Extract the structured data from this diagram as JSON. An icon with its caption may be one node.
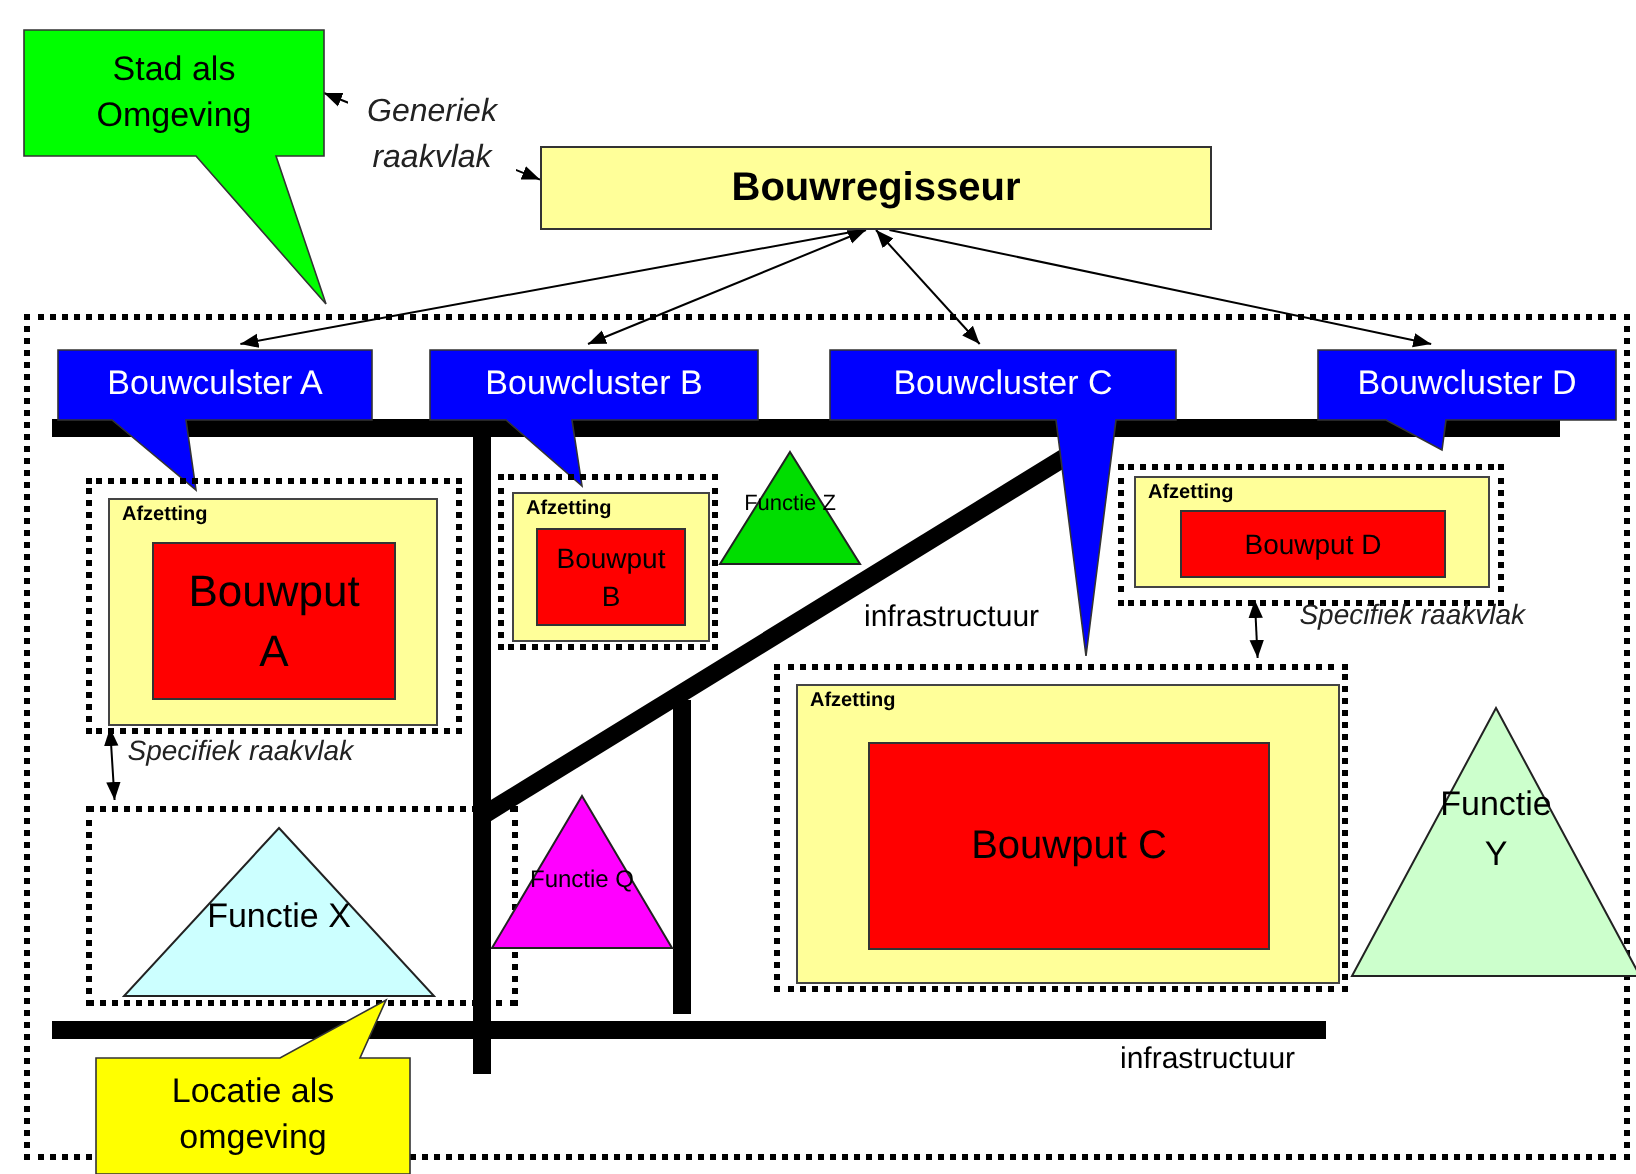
{
  "diagram": {
    "nodes": [
      {
        "text": [
          "Stad als Omgeving"
        ]
      },
      {
        "text": [
          "Bouwregisseur"
        ]
      },
      {
        "text": [],
        "shape": "box"
      },
      {
        "text": [
          "Bouwculster A"
        ],
        "in": 2
      },
      {
        "text": [
          "Bouwcluster B"
        ],
        "in": 2
      },
      {
        "text": [
          "Bouwcluster C"
        ],
        "in": 2
      },
      {
        "text": [
          "Bouwcluster D"
        ],
        "in": 2
      },
      {
        "text": [],
        "shape": "box",
        "in": 2
      },
      {
        "text": [
          "Afzetting"
        ],
        "in": 7
      },
      {
        "text": [
          "Bouwput A"
        ],
        "in": 8
      },
      {
        "text": [],
        "shape": "box",
        "in": 2
      },
      {
        "text": [
          "Afzetting"
        ],
        "in": 10
      },
      {
        "text": [
          "Bouwput B"
        ],
        "in": 11
      },
      {
        "text": [
          "Functie Z"
        ],
        "in": 2
      },
      {
        "text": [],
        "shape": "box",
        "in": 2
      },
      {
        "text": [
          "Afzetting"
        ],
        "in": 14
      },
      {
        "text": [
          "Bouwput D"
        ],
        "in": 15
      },
      {
        "text": [],
        "shape": "box",
        "in": 2
      },
      {
        "text": [
          "Afzetting"
        ],
        "in": 17
      },
      {
        "text": [
          "Bouwput C"
        ],
        "in": 18
      },
      {
        "text": [
          "Functie Y"
        ],
        "in": 2
      },
      {
        "text": [],
        "shape": "box",
        "in": 2
      },
      {
        "text": [
          "Functie X"
        ],
        "in": 21
      },
      {
        "text": [
          "Functie Q"
        ],
        "in": 2
      },
      {
        "text": [
          "Locatie als omgeving"
        ]
      }
    ],
    "edges": [
      {
        "from": 0,
        "to": 1,
        "arrow": "both",
        "label": "Generiek raakvlak"
      },
      {
        "from": 1,
        "to": 3,
        "arrow": "to"
      },
      {
        "from": 1,
        "to": 4,
        "arrow": "both"
      },
      {
        "from": 1,
        "to": 5,
        "arrow": "both"
      },
      {
        "from": 1,
        "to": 6,
        "arrow": "to"
      },
      {
        "from": 7,
        "to": 21,
        "arrow": "both",
        "label": "Specifiek raakvlak"
      },
      {
        "from": 14,
        "to": 17,
        "arrow": "both",
        "label": "Specifiek raakvlak"
      }
    ],
    "labels": [
      "infrastructuur",
      "infrastructuur"
    ]
  }
}
